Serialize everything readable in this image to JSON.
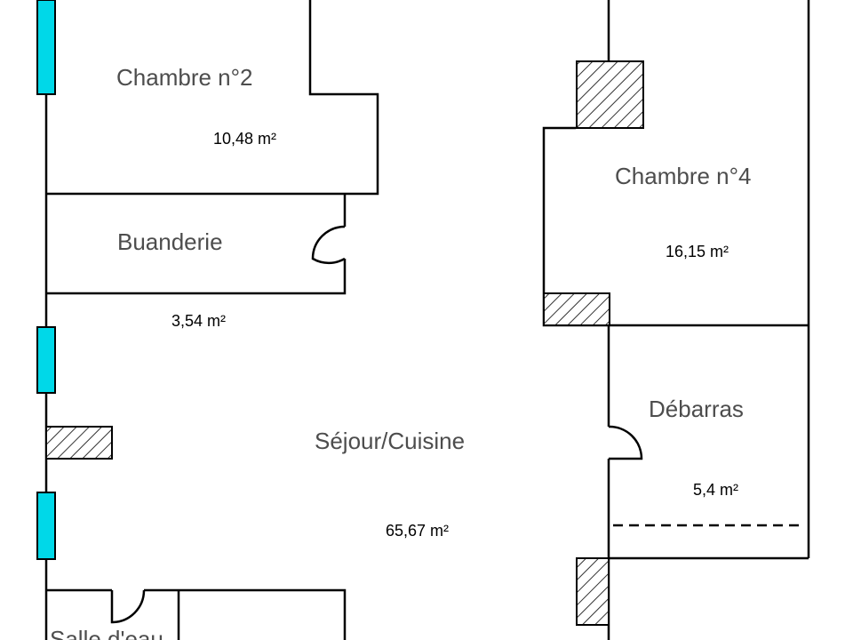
{
  "rooms": [
    {
      "name": "Chambre n°2",
      "area": "10,48 m²"
    },
    {
      "name": "Buanderie",
      "area": "3,54 m²"
    },
    {
      "name": "Séjour/Cuisine",
      "area": "65,67 m²"
    },
    {
      "name": "Chambre n°4",
      "area": "16,15 m²"
    },
    {
      "name": "Débarras",
      "area": "5,4 m²"
    },
    {
      "name": "Salle d'eau"
    }
  ],
  "colors": {
    "walls": "#000000",
    "windows": "#00d8e8",
    "labels": "#4d4d4d",
    "areas": "#000000"
  }
}
